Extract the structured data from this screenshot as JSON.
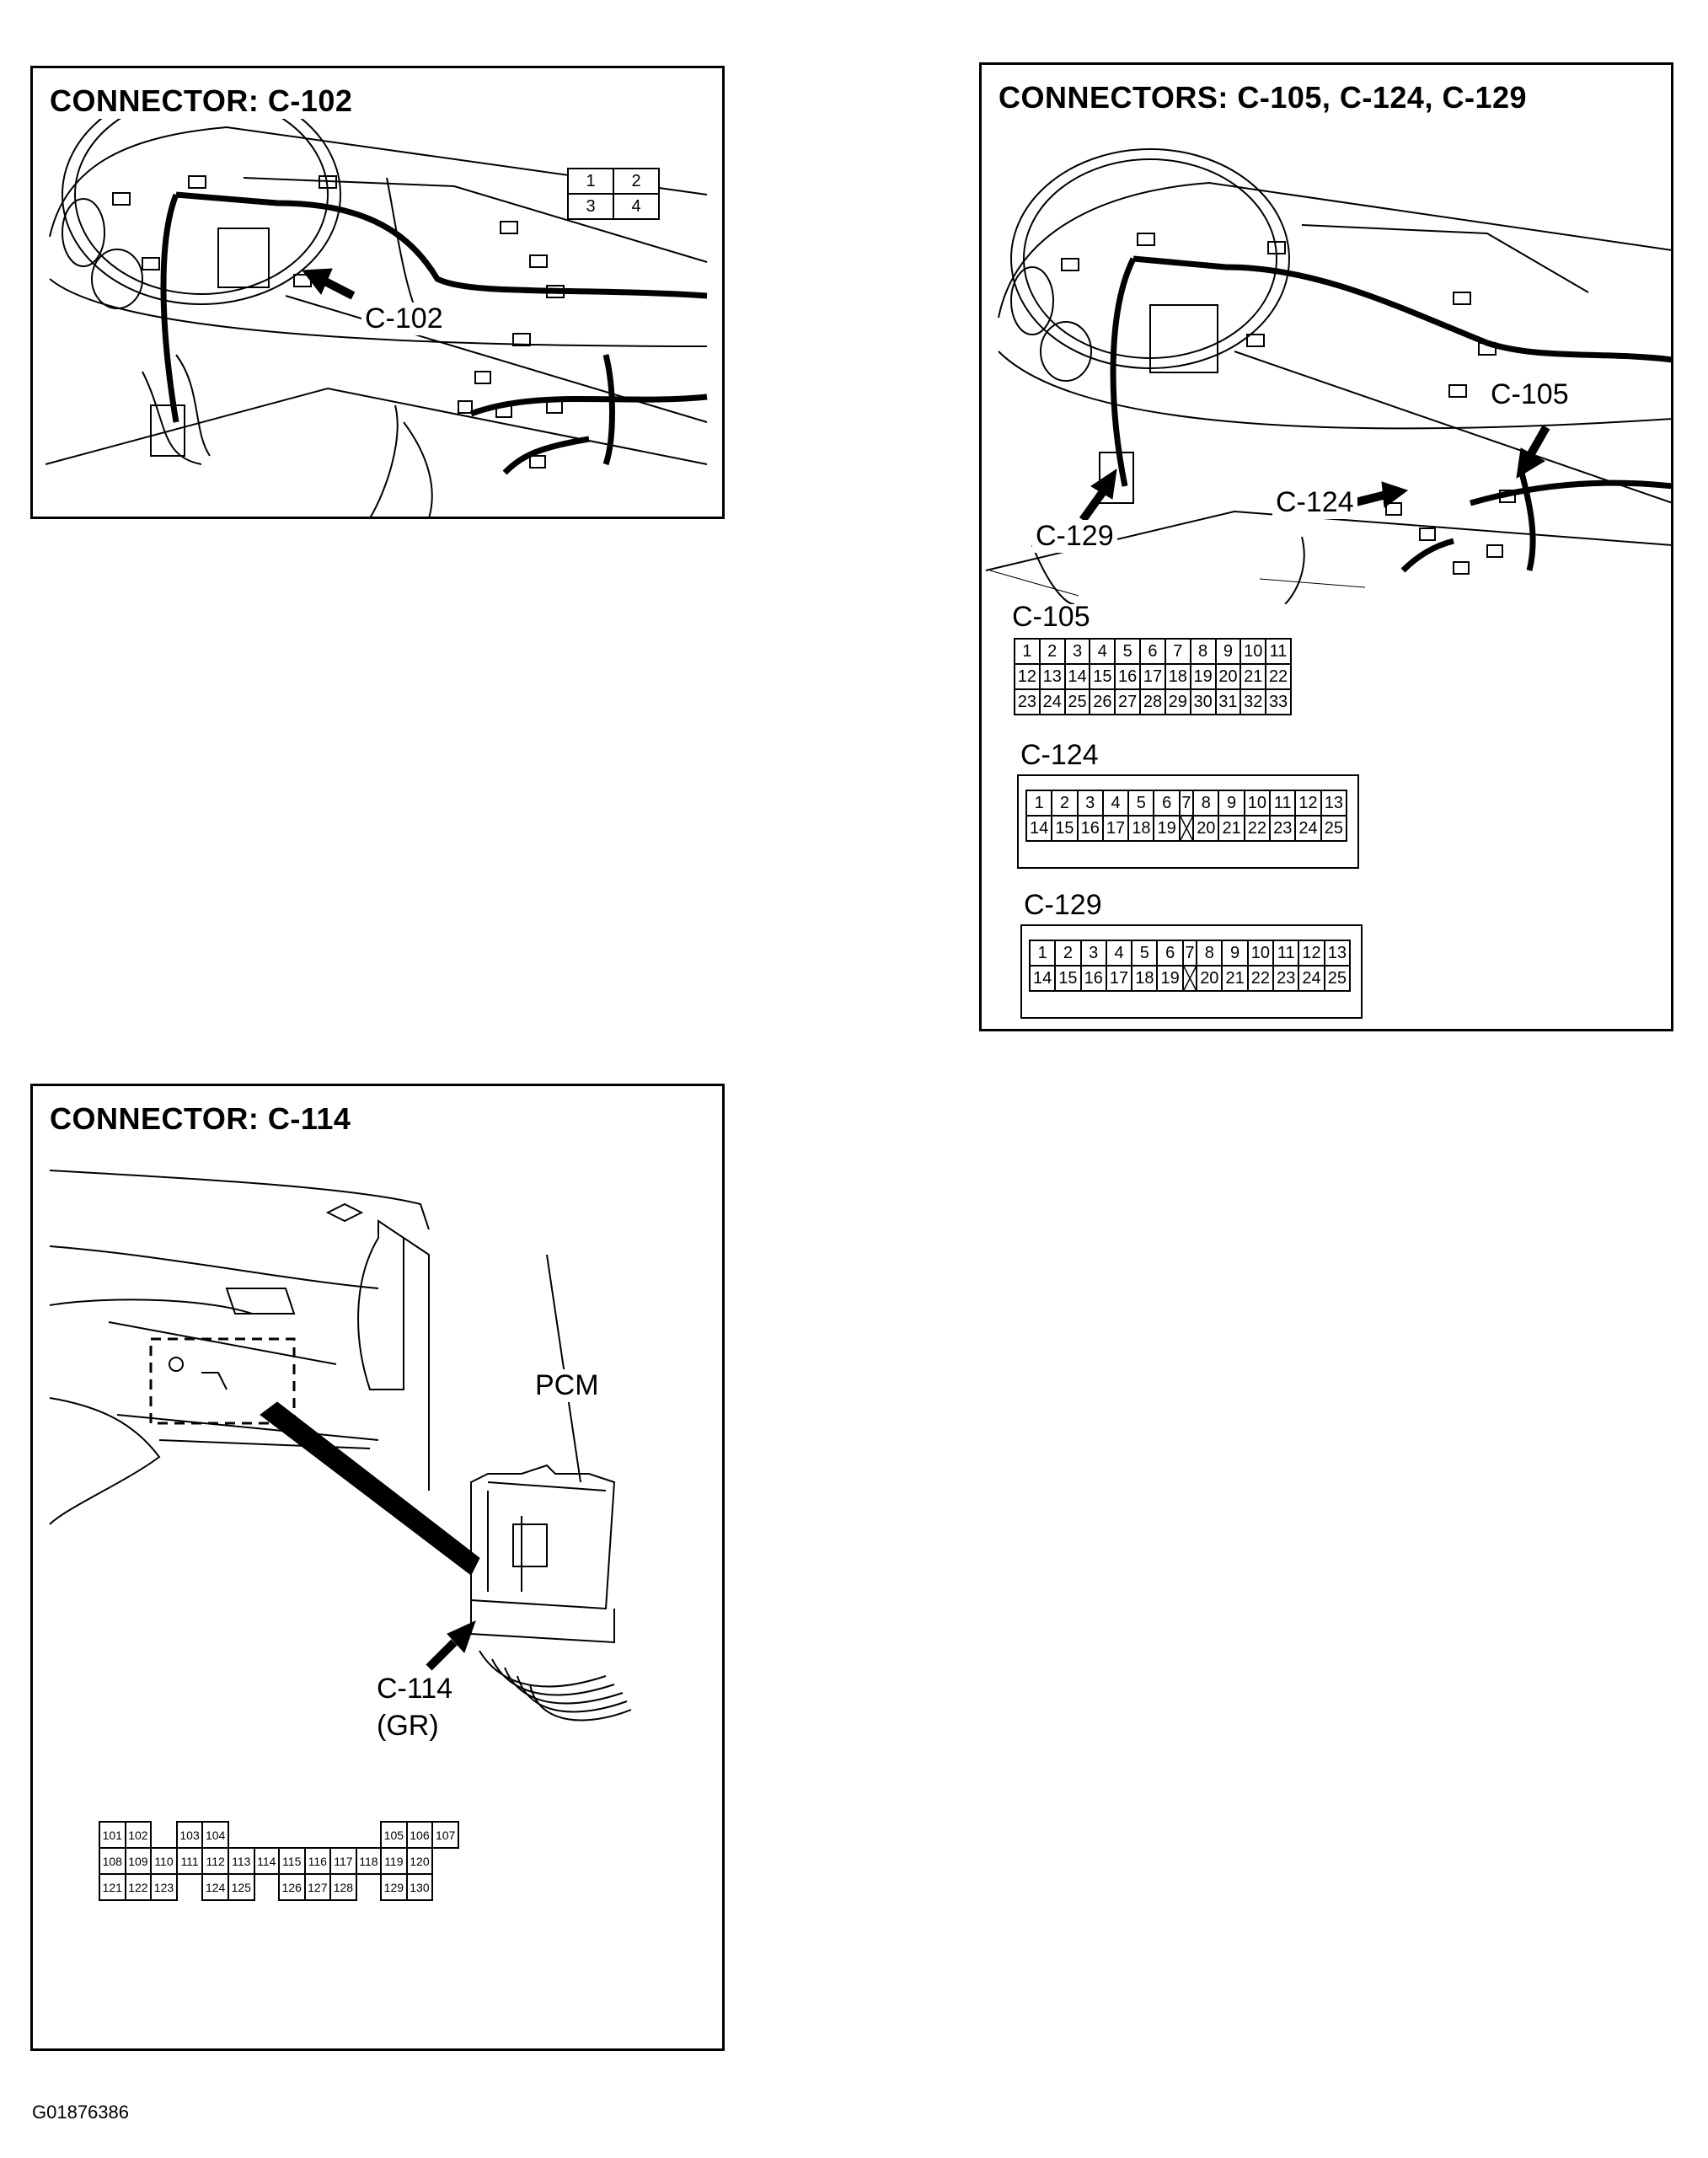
{
  "panels": {
    "c102": {
      "title": "CONNECTOR: C-102",
      "callout": "C-102",
      "pins": [
        [
          "1",
          "2"
        ],
        [
          "3",
          "4"
        ]
      ]
    },
    "c105group": {
      "title": "CONNECTORS: C-105, C-124, C-129",
      "callouts": {
        "c105": "C-105",
        "c124": "C-124",
        "c129": "C-129"
      },
      "c105": {
        "label": "C-105",
        "rows": [
          [
            "1",
            "2",
            "3",
            "4",
            "5",
            "6",
            "7",
            "8",
            "9",
            "10",
            "11"
          ],
          [
            "12",
            "13",
            "14",
            "15",
            "16",
            "17",
            "18",
            "19",
            "20",
            "21",
            "22"
          ],
          [
            "23",
            "24",
            "25",
            "26",
            "27",
            "28",
            "29",
            "30",
            "31",
            "32",
            "33"
          ]
        ]
      },
      "c124": {
        "label": "C-124",
        "rows": [
          [
            "1",
            "2",
            "3",
            "4",
            "5",
            "6",
            "7",
            "8",
            "9",
            "10",
            "11",
            "12",
            "13"
          ],
          [
            "14",
            "15",
            "16",
            "17",
            "18",
            "19",
            "",
            "20",
            "21",
            "22",
            "23",
            "24",
            "25"
          ]
        ]
      },
      "c129": {
        "label": "C-129",
        "rows": [
          [
            "1",
            "2",
            "3",
            "4",
            "5",
            "6",
            "7",
            "8",
            "9",
            "10",
            "11",
            "12",
            "13"
          ],
          [
            "14",
            "15",
            "16",
            "17",
            "18",
            "19",
            "",
            "20",
            "21",
            "22",
            "23",
            "24",
            "25"
          ]
        ]
      }
    },
    "c114": {
      "title": "CONNECTOR: C-114",
      "pcm_label": "PCM",
      "callout_line1": "C-114",
      "callout_line2": "(GR)",
      "rows": [
        [
          "101",
          "102",
          "",
          "103",
          "104",
          "",
          "",
          "",
          "",
          "",
          "",
          "105",
          "106",
          "107"
        ],
        [
          "108",
          "109",
          "110",
          "111",
          "112",
          "113",
          "114",
          "115",
          "116",
          "117",
          "118",
          "119",
          "120"
        ],
        [
          "121",
          "122",
          "123",
          "",
          "124",
          "125",
          "",
          "126",
          "127",
          "128",
          "",
          "129",
          "130"
        ]
      ]
    }
  },
  "figure_code": "G01876386"
}
